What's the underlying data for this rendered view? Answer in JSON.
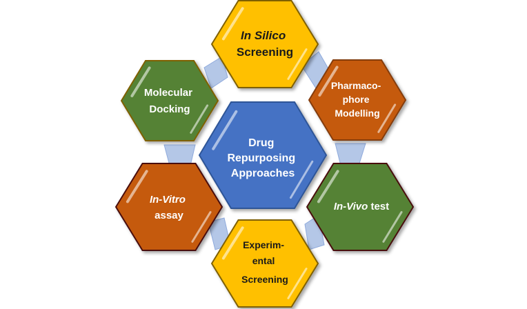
{
  "colors": {
    "center_fill": "#4472c4",
    "yellow_fill": "#ffc000",
    "orange_fill": "#c55a11",
    "green_fill": "#548235",
    "connector": "#b4c7e7"
  },
  "center": {
    "lines": [
      "Drug",
      "Repurposing",
      "Approaches"
    ]
  },
  "nodes": {
    "in_silico": {
      "line1_italic": "In Silico",
      "line2": "Screening"
    },
    "pharmacophore": {
      "lines": [
        "Pharmaco-",
        "phore",
        "Modelling"
      ]
    },
    "in_vivo": {
      "italic": "In-Vivo",
      "rest": "test"
    },
    "experimental": {
      "lines": [
        "Experim-",
        "ental",
        "Screening"
      ]
    },
    "in_vitro": {
      "line1_italic": "In-Vitro",
      "line2": "assay"
    },
    "molecular_docking": {
      "lines": [
        "Molecular",
        "Docking"
      ]
    }
  }
}
